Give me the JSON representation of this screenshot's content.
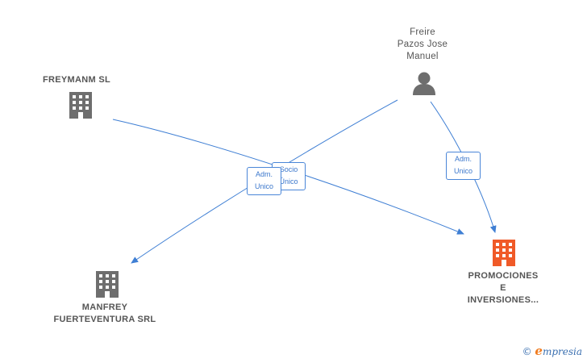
{
  "nodes": {
    "freymanm": {
      "lines": [
        "FREYMANM  SL"
      ],
      "type": "company",
      "color": "#6e6e6e"
    },
    "freire": {
      "lines": [
        "Freire",
        "Pazos Jose",
        "Manuel"
      ],
      "type": "person",
      "color": "#6e6e6e"
    },
    "manfrey": {
      "lines": [
        "MANFREY",
        "FUERTEVENTURA SRL"
      ],
      "type": "company",
      "color": "#6e6e6e"
    },
    "promociones": {
      "lines": [
        "PROMOCIONES",
        "E",
        "INVERSIONES..."
      ],
      "type": "company",
      "color": "#f05a28"
    }
  },
  "edges": [
    {
      "from": "freymanm",
      "to": "promociones",
      "label": [
        "Socio",
        "Único"
      ]
    },
    {
      "from": "freire",
      "to": "manfrey",
      "label": [
        "Adm.",
        "Unico"
      ]
    },
    {
      "from": "freire",
      "to": "promociones",
      "label": [
        "Adm.",
        "Unico"
      ]
    }
  ],
  "colors": {
    "edge": "#3f7fd4",
    "label_border": "#4a86d8"
  },
  "brand": {
    "copyright": "©",
    "initial": "e",
    "name": "mpresia"
  }
}
